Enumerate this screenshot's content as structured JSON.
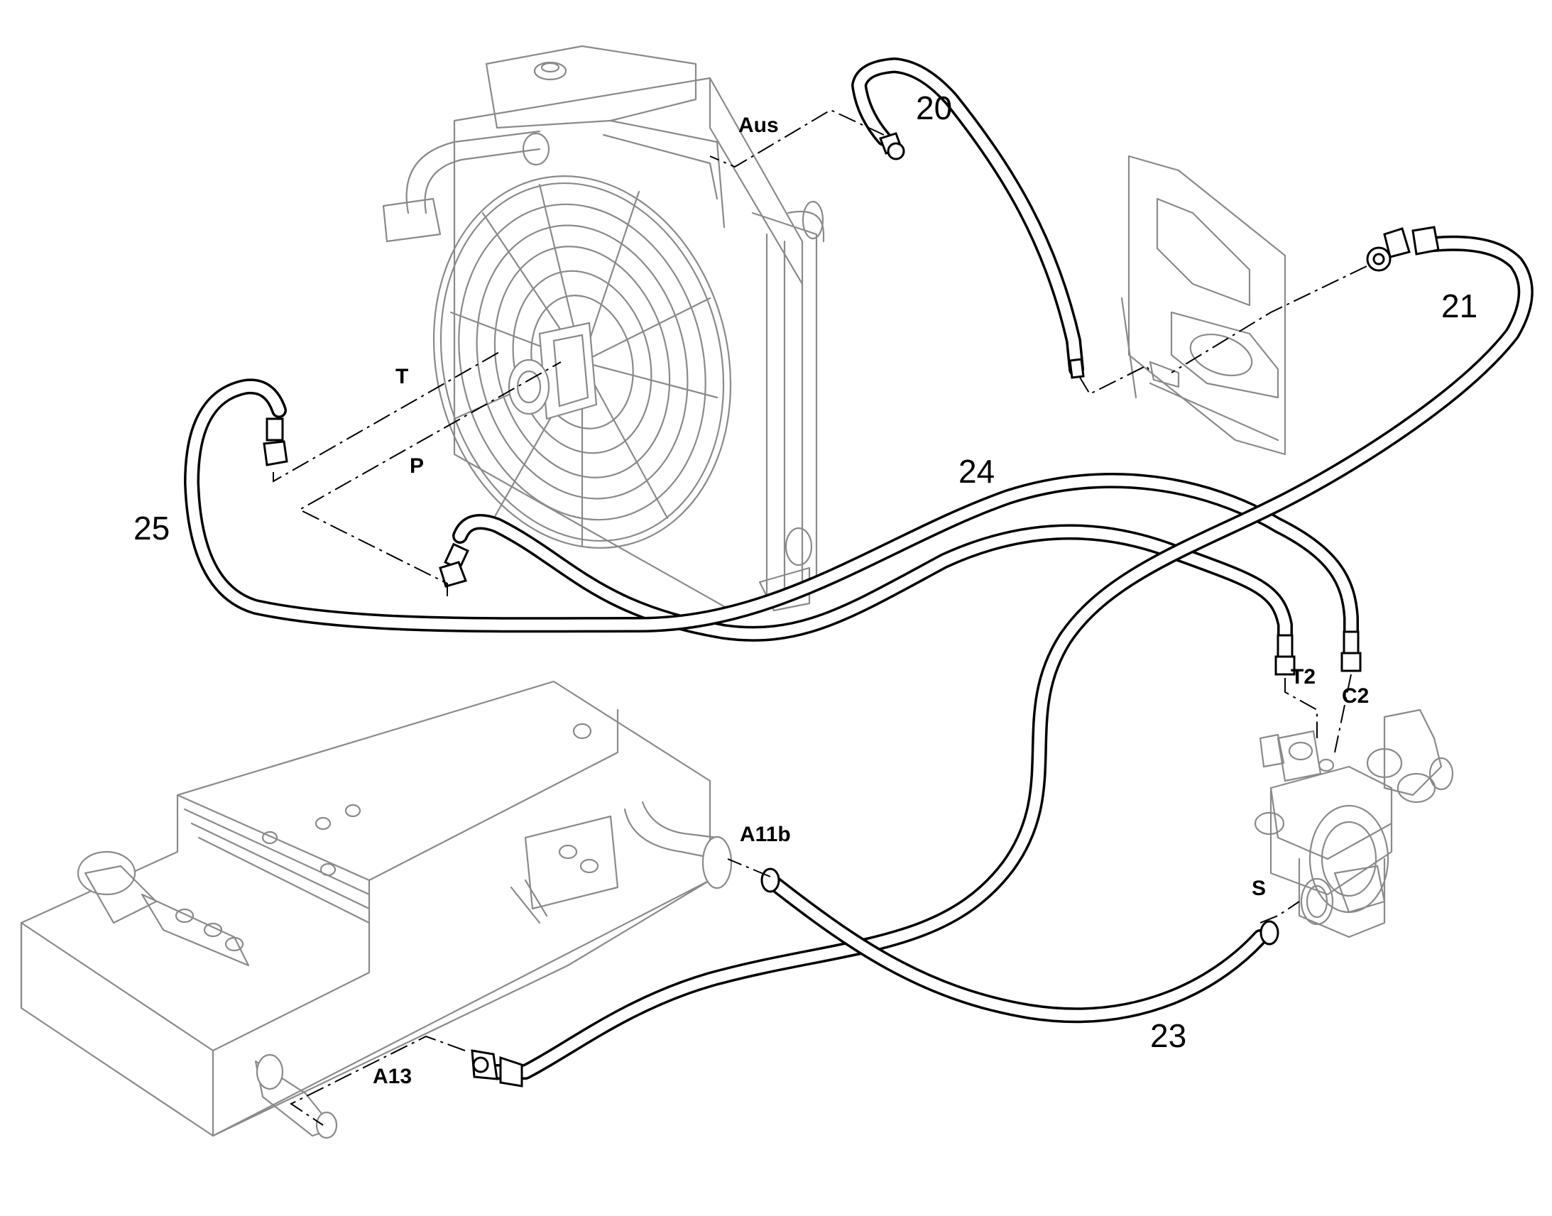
{
  "diagram": {
    "part_numbers": {
      "p20": "20",
      "p21": "21",
      "p23": "23",
      "p24": "24",
      "p25": "25"
    },
    "port_labels": {
      "aus": "Aus",
      "t": "T",
      "p": "P",
      "t2": "T2",
      "c2": "C2",
      "a11b": "A11b",
      "s": "S",
      "a13": "A13"
    },
    "colors": {
      "hose": "#000000",
      "component_outline": "#8a8a8a",
      "leader_line": "#000000",
      "background": "#ffffff"
    }
  }
}
